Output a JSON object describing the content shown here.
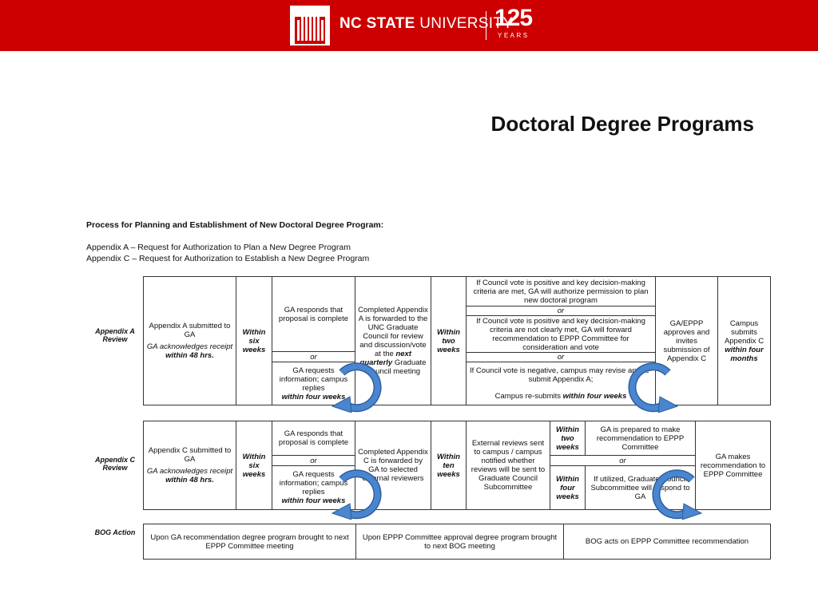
{
  "header": {
    "brand_bold": "NC STATE",
    "brand_light": "UNIVERSITY",
    "anniversary_number": "125",
    "anniversary_word": "YEARS"
  },
  "slide_title": "Doctoral Degree Programs",
  "doc": {
    "heading": "Process for Planning and Establishment of New Doctoral Degree Program:",
    "appendix_a_line": "Appendix A – Request  for Authorization to Plan a New Degree Program",
    "appendix_c_line": "Appendix C – Request for Authorization to Establish a New Degree Program"
  },
  "table_a": {
    "row_label": "Appendix A Review",
    "submitted": "Appendix A submitted to GA",
    "ack_prefix": "GA acknowledges receipt",
    "ack_bold": "within 48 hrs.",
    "within1": "Within six weeks",
    "responds": "GA responds that proposal is complete",
    "or1": "or",
    "requests": "GA requests information; campus replies",
    "requests_bold": "within four weeks",
    "completed_1": "Completed Appendix A is forwarded to the UNC Graduate Council for review and discussion/vote at the",
    "completed_bold": "next quarterly",
    "completed_2": "Graduate Council meeting",
    "within2": "Within two weeks",
    "vote_positive_met": "If Council vote is positive and key decision-making criteria are met, GA will authorize permission to plan new doctoral program",
    "or2": "or",
    "vote_positive_not_met": "If Council vote is positive and key decision-making criteria are not clearly met, GA will forward recommendation to EPPP Committee for consideration and vote",
    "or3": "or",
    "vote_negative": "If Council vote is negative, campus may revise and re-submit Appendix A;",
    "resubmits": "Campus re-submits",
    "resubmits_bold": "within four weeks",
    "ga_eppp": "GA/EPPP approves and invites submission of Appendix C",
    "campus_submits": "Campus submits Appendix C",
    "campus_submits_bold": "within four months"
  },
  "table_c": {
    "row_label": "Appendix C Review",
    "submitted": "Appendix C submitted to GA",
    "ack_prefix": "GA acknowledges receipt",
    "ack_bold": "within 48 hrs.",
    "within1": "Within six weeks",
    "responds": "GA responds that proposal is complete",
    "or1": "or",
    "requests": "GA requests information; campus replies",
    "requests_bold": "within four weeks",
    "completed": "Completed Appendix C is forwarded by GA to selected external reviewers",
    "within2": "Within ten weeks",
    "external": "External reviews sent to campus / campus notified whether reviews will be sent to Graduate Council Subcommittee",
    "within3": "Within two weeks",
    "ga_prepared": "GA is prepared to make recommendation to EPPP Committee",
    "or2": "or",
    "within4": "Within four weeks",
    "if_utilized": "If utilized, Graduate Council Subcommittee will respond to GA",
    "ga_makes": "GA makes recommendation to EPPP Committee"
  },
  "table_bog": {
    "row_label": "BOG Action",
    "cell1": "Upon GA recommendation degree program brought to next EPPP Committee meeting",
    "cell2": "Upon EPPP Committee approval degree program brought to next BOG meeting",
    "cell3": "BOG acts on EPPP Committee recommendation"
  },
  "colors": {
    "banner": "#cc0000",
    "arrow_fill": "#4a86cf",
    "arrow_edge": "#2d5f9e"
  }
}
